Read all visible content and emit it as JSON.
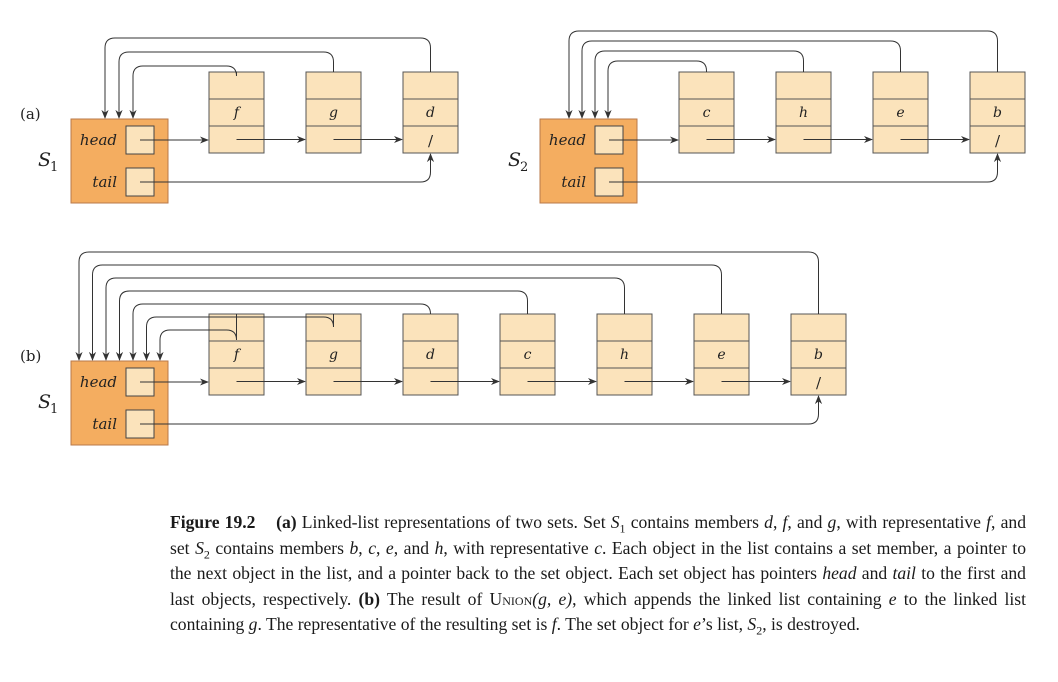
{
  "diagram": {
    "parts": [
      {
        "label": "(a)",
        "sets": [
          {
            "name": "S",
            "subscript": "1",
            "head_label": "head",
            "tail_label": "tail",
            "members": [
              "f",
              "g",
              "d"
            ]
          },
          {
            "name": "S",
            "subscript": "2",
            "head_label": "head",
            "tail_label": "tail",
            "members": [
              "c",
              "h",
              "e",
              "b"
            ]
          }
        ]
      },
      {
        "label": "(b)",
        "sets": [
          {
            "name": "S",
            "subscript": "1",
            "head_label": "head",
            "tail_label": "tail",
            "members": [
              "f",
              "g",
              "d",
              "c",
              "h",
              "e",
              "b"
            ]
          }
        ]
      }
    ],
    "null_pointer_glyph": "/",
    "colors": {
      "set_fill": "#f4ad60",
      "set_stroke": "#b9794a",
      "node_fill": "#fbe3bb",
      "line": "#333333"
    }
  },
  "caption": {
    "figure_label": "Figure 19.2",
    "a_label": "(a)",
    "text_1": " Linked-list representations of two sets. Set ",
    "s1_name": "S",
    "s1_sub": "1",
    "text_2": " contains members ",
    "m_d": "d",
    "sep_1": ", ",
    "m_f": "f",
    "sep_2": ", and ",
    "m_g": "g",
    "text_3": ", with representative ",
    "rep_1": "f",
    "text_4": ", and set ",
    "s2_name": "S",
    "s2_sub": "2",
    "text_5": " contains members ",
    "m_b": "b",
    "sep_3": ", ",
    "m_c": "c",
    "sep_4": ", ",
    "m_e": "e",
    "sep_5": ", and ",
    "m_h": "h",
    "text_6": ", with representative ",
    "rep_2": "c",
    "text_7": ". Each object in the list contains a set member, a pointer to the next object in the list, and a pointer back to the set object. Each set object has pointers ",
    "head_word": "head",
    "text_8": " and ",
    "tail_word": "tail",
    "text_9": " to the first and last objects, respectively. ",
    "b_label": "(b)",
    "text_10": " The result of ",
    "union_name": "Union",
    "union_args": "(g, e)",
    "text_11": ", which appends the linked list containing ",
    "m_e2": "e",
    "text_12": " to the linked list containing ",
    "m_g2": "g",
    "text_13": ". The representative of the resulting set is ",
    "rep_3": "f",
    "text_14": ". The set object for ",
    "m_e3": "e",
    "text_15": "’s list, ",
    "s2b_name": "S",
    "s2b_sub": "2",
    "text_16": ", is destroyed."
  }
}
